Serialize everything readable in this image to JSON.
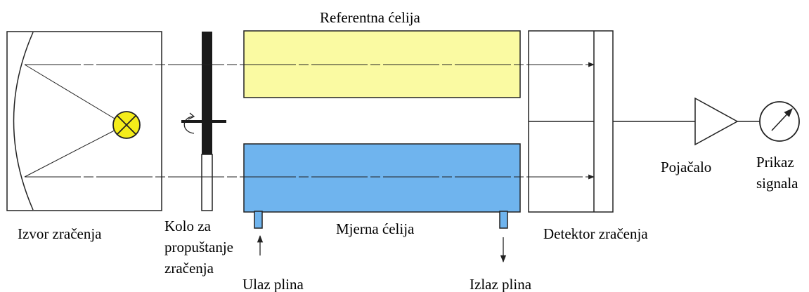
{
  "labels": {
    "reference_cell": "Referentna ćelija",
    "source": "Izvor zračenja",
    "chopper_line1": "Kolo za",
    "chopper_line2": "propuštanje",
    "chopper_line3": "zračenja",
    "measuring_cell": "Mjerna ćelija",
    "detector": "Detektor zračenja",
    "gas_inlet": "Ulaz plina",
    "gas_outlet": "Izlaz plina",
    "amplifier": "Pojačalo",
    "display_line1": "Prikaz",
    "display_line2": "signala"
  },
  "colors": {
    "reference_cell_fill": "#fafaa2",
    "measuring_cell_fill": "#6fb4ee",
    "lamp_fill": "#f4ec1a",
    "chopper_dark": "#1a1a1a",
    "line": "#222222"
  },
  "icons": {
    "lamp": "lamp-cross-icon",
    "rotation": "rotation-arrow-icon",
    "meter": "meter-gauge-icon",
    "amplifier": "amplifier-triangle-icon"
  }
}
